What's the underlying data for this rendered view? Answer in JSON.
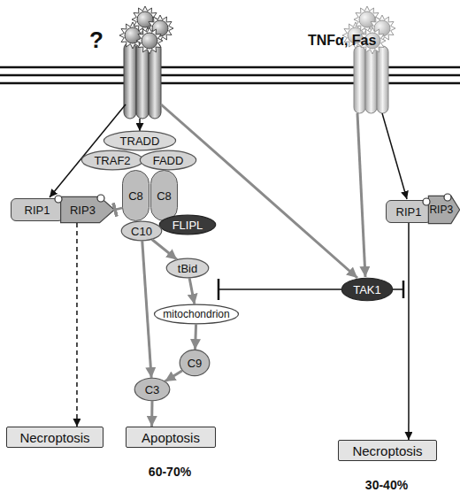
{
  "diagram": {
    "nodes": [
      {
        "text": [
          "TRADD"
        ]
      },
      {
        "text": [
          "TRAF2"
        ]
      },
      {
        "text": [
          "FADD"
        ]
      },
      {
        "text": [
          "C8"
        ]
      },
      {
        "text": [
          "C8"
        ]
      },
      {
        "text": [
          "RIP1"
        ]
      },
      {
        "text": [
          "RIP3"
        ]
      },
      {
        "text": [
          "RIP1"
        ]
      },
      {
        "text": [
          "RIP3"
        ]
      },
      {
        "text": [
          "FLIPL"
        ]
      },
      {
        "text": [
          "C10"
        ]
      },
      {
        "text": [
          "tBid"
        ]
      },
      {
        "text": [
          "TAK1"
        ]
      },
      {
        "text": [
          "mitochondrion"
        ]
      },
      {
        "text": [
          "C9"
        ]
      },
      {
        "text": [
          "C3"
        ]
      },
      {
        "text": [
          "Necroptosis"
        ]
      },
      {
        "text": [
          "Apoptosis"
        ]
      },
      {
        "text": [
          "Necroptosis"
        ]
      }
    ],
    "edges": [
      {
        "from": 3,
        "to": 6,
        "arrow": "to"
      },
      {
        "from": 10,
        "to": 11,
        "arrow": "to"
      },
      {
        "from": 11,
        "to": 13,
        "arrow": "to"
      },
      {
        "from": 13,
        "to": 14,
        "arrow": "to"
      },
      {
        "from": 14,
        "to": 15,
        "arrow": "to"
      },
      {
        "from": 10,
        "to": 15,
        "arrow": "to"
      },
      {
        "from": 15,
        "to": 17,
        "arrow": "to"
      },
      {
        "from": 6,
        "to": 16,
        "arrow": "to"
      },
      {
        "from": 7,
        "to": 18,
        "arrow": "to"
      }
    ],
    "labels": [
      "?",
      "TNFα, Fas",
      "60-70%",
      "30-40%"
    ]
  }
}
